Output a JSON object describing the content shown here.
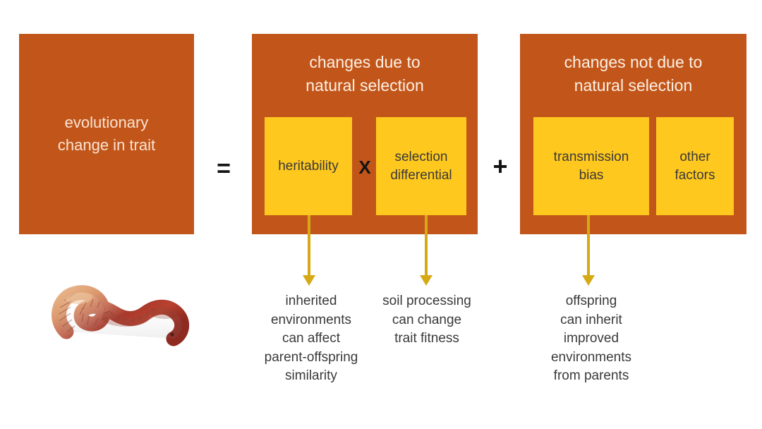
{
  "equation": {
    "left_hand_side": {
      "label": "evolutionary\nchange in trait"
    },
    "operators": {
      "equals": "=",
      "times": "X",
      "plus": "+"
    },
    "groups": [
      {
        "heading": "changes due to\nnatural selection",
        "terms": [
          {
            "label": "heritability",
            "caption": "inherited\nenvironments\ncan affect\nparent-offspring\nsimilarity"
          },
          {
            "label": "selection\ndifferential",
            "caption": "soil processing\ncan change\ntrait fitness"
          }
        ]
      },
      {
        "heading": "changes not due to\nnatural selection",
        "terms": [
          {
            "label": "transmission\nbias",
            "caption": "offspring\ncan inherit\nimproved\nenvironments\nfrom parents"
          },
          {
            "label": "other\nfactors",
            "caption": ""
          }
        ]
      }
    ]
  },
  "illustration": {
    "name": "earthworm-photo"
  },
  "colors": {
    "orange_box": "#c2561a",
    "yellow_box": "#ffc81e",
    "arrow": "#d6a915",
    "heading_text": "#fdf0e4",
    "body_text": "#3a3a3a",
    "background": "#ffffff"
  }
}
